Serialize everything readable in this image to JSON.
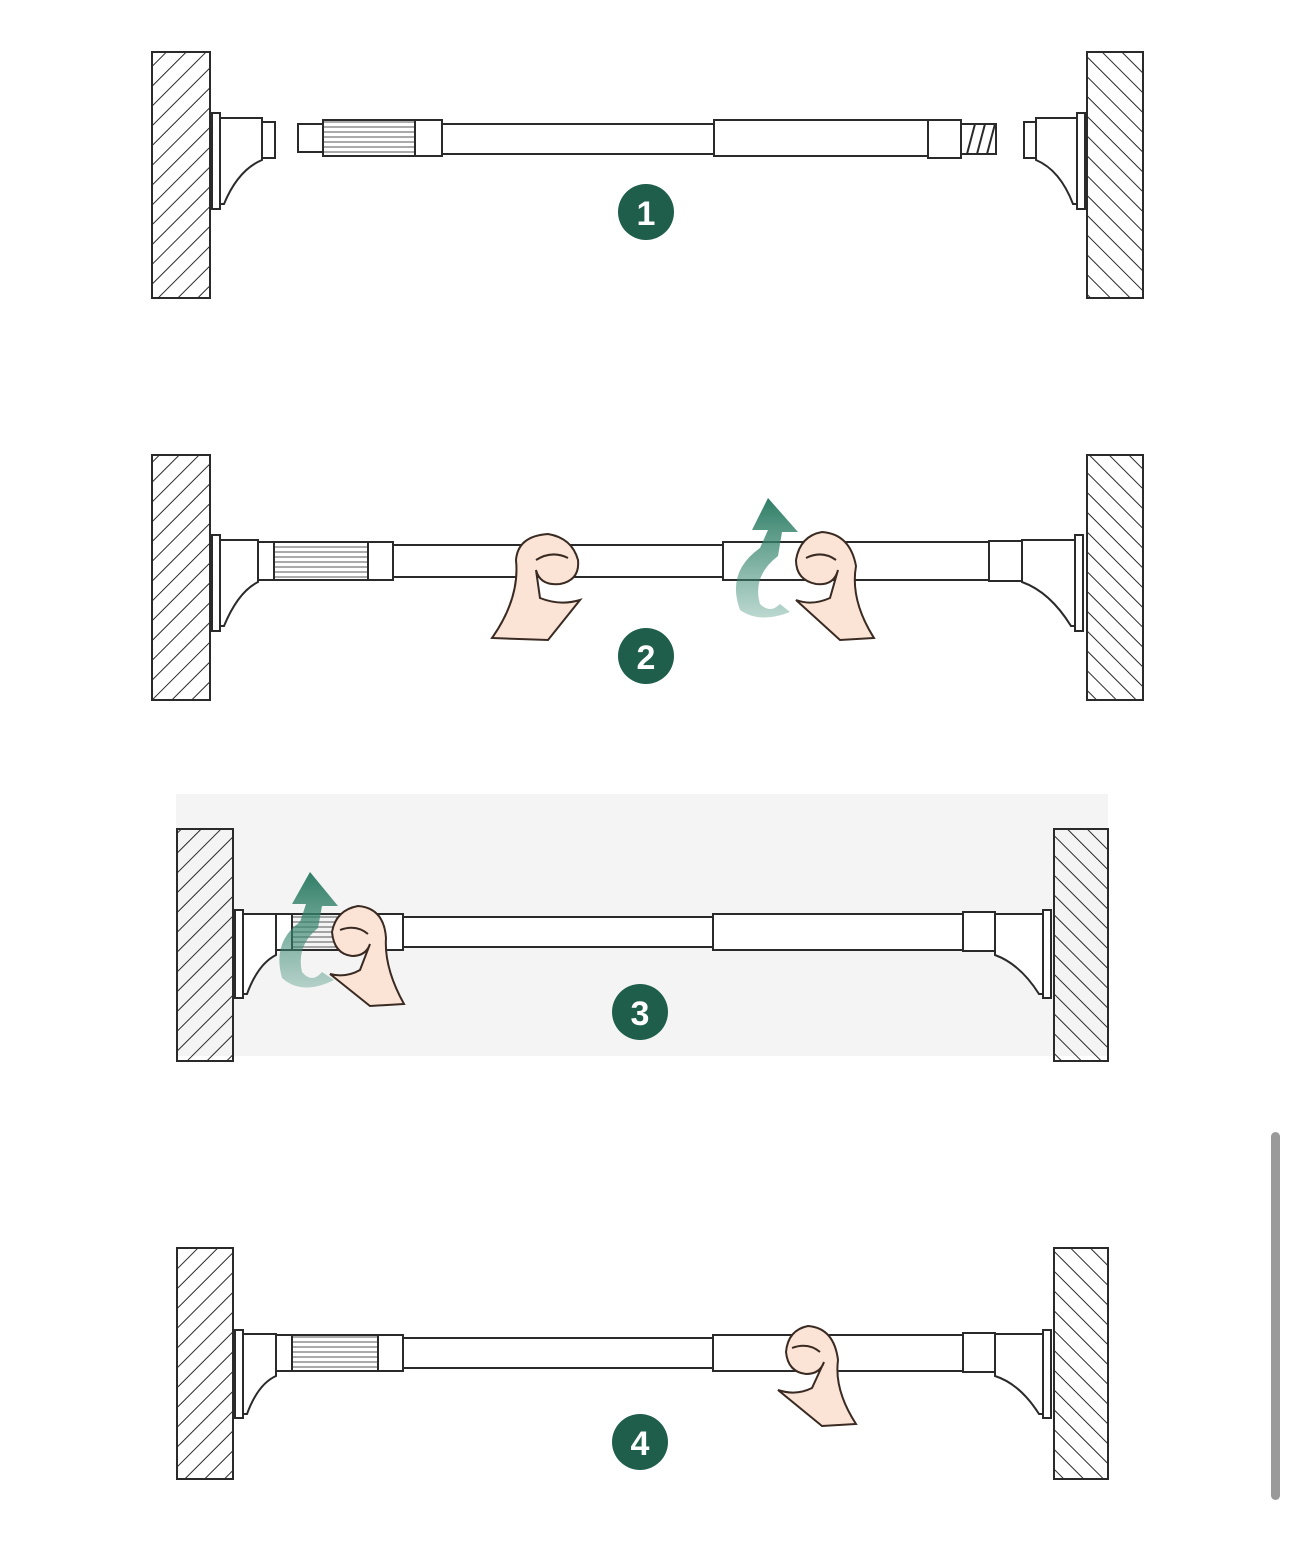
{
  "diagram": {
    "steps": [
      {
        "number": "1"
      },
      {
        "number": "2"
      },
      {
        "number": "3"
      },
      {
        "number": "4"
      }
    ],
    "colors": {
      "badge": "#1f5e4b",
      "arrow": "#3f8f77",
      "line": "#2a2a2a",
      "hand_fill": "#fbe4d6",
      "hand_stroke": "#3a2a22",
      "panel_shade": "#f4f4f4"
    }
  },
  "scrollbar": {
    "color": "#9a9a9a"
  }
}
